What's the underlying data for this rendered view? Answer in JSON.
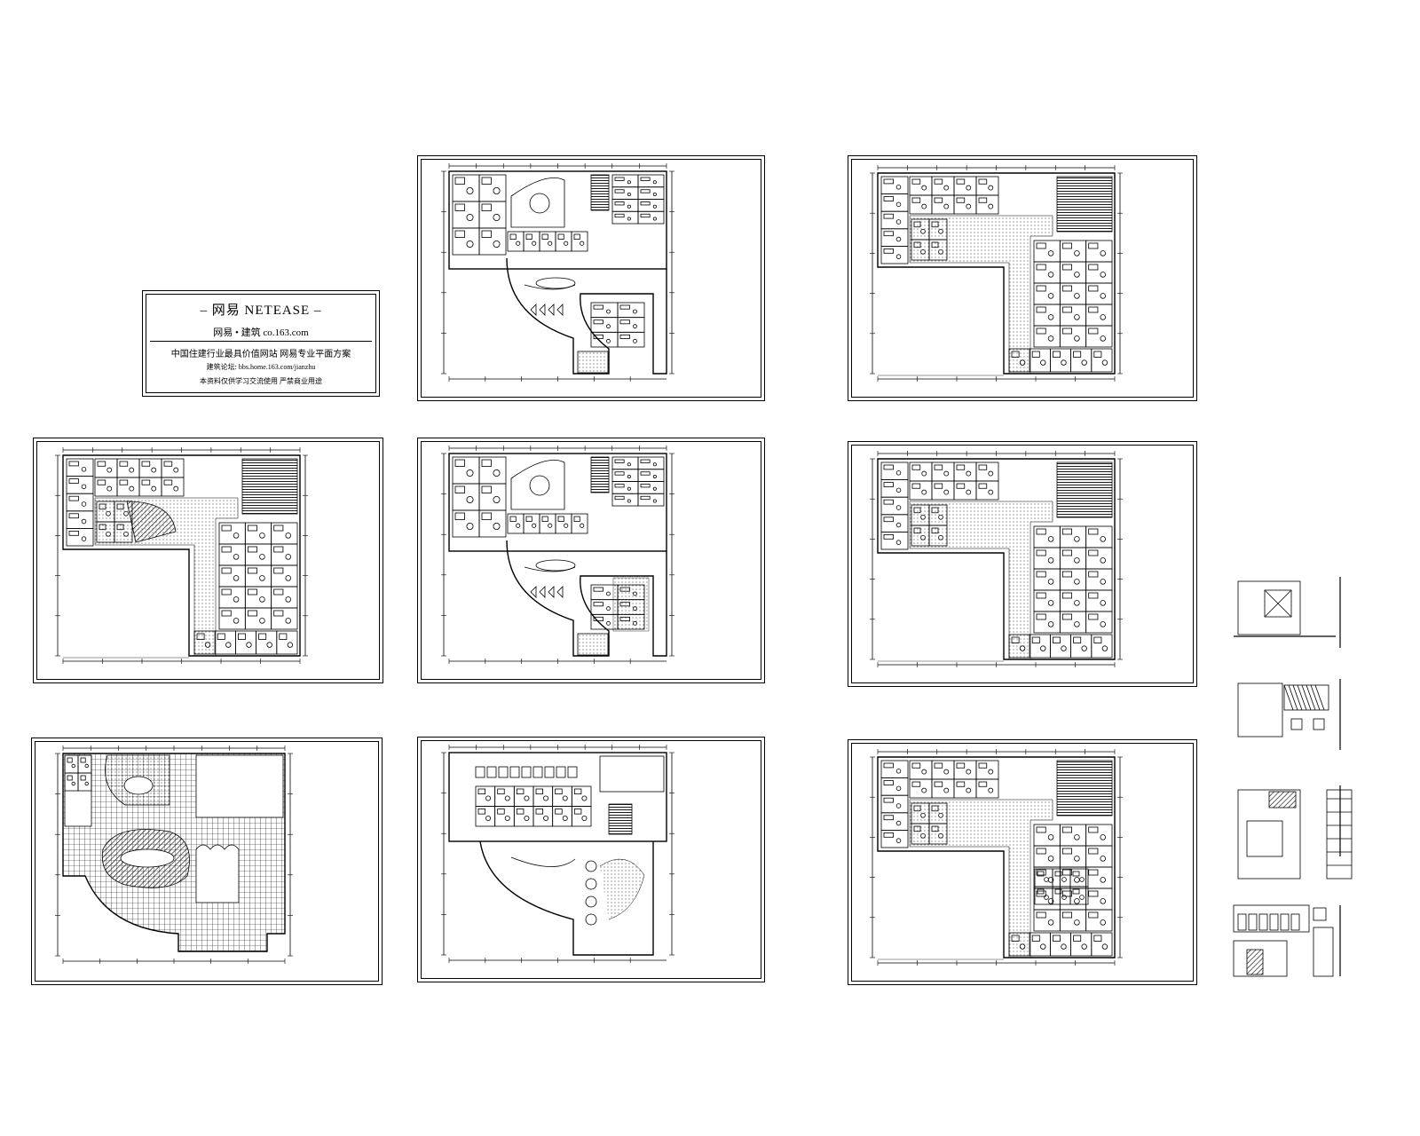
{
  "title_block": {
    "brand": "– 网易  NETEASE –",
    "site": "网易 • 建筑    co.163.com",
    "info": "中国住建行业最具价值网站  网易专业平面方案",
    "url": "建筑论坛: bbs.home.163.com/jianzhu",
    "note": "本资料仅供学习交流使用  严禁商业用途"
  },
  "drawing_sheets": [
    {
      "id": "sheet-1",
      "plan": "curved-front"
    },
    {
      "id": "sheet-2",
      "plan": "l-shape"
    },
    {
      "id": "sheet-3",
      "plan": "l-shape-hatched"
    },
    {
      "id": "sheet-4",
      "plan": "curved-front"
    },
    {
      "id": "sheet-5",
      "plan": "l-shape"
    },
    {
      "id": "sheet-6",
      "plan": "grid-floor"
    },
    {
      "id": "sheet-7",
      "plan": "curved-front-open"
    },
    {
      "id": "sheet-8",
      "plan": "l-shape-alt"
    }
  ],
  "detail_drawings": [
    {
      "id": "detail-1"
    },
    {
      "id": "detail-2"
    },
    {
      "id": "detail-3"
    },
    {
      "id": "detail-4"
    }
  ],
  "colors": {
    "line": "#000000",
    "paper": "#ffffff"
  }
}
